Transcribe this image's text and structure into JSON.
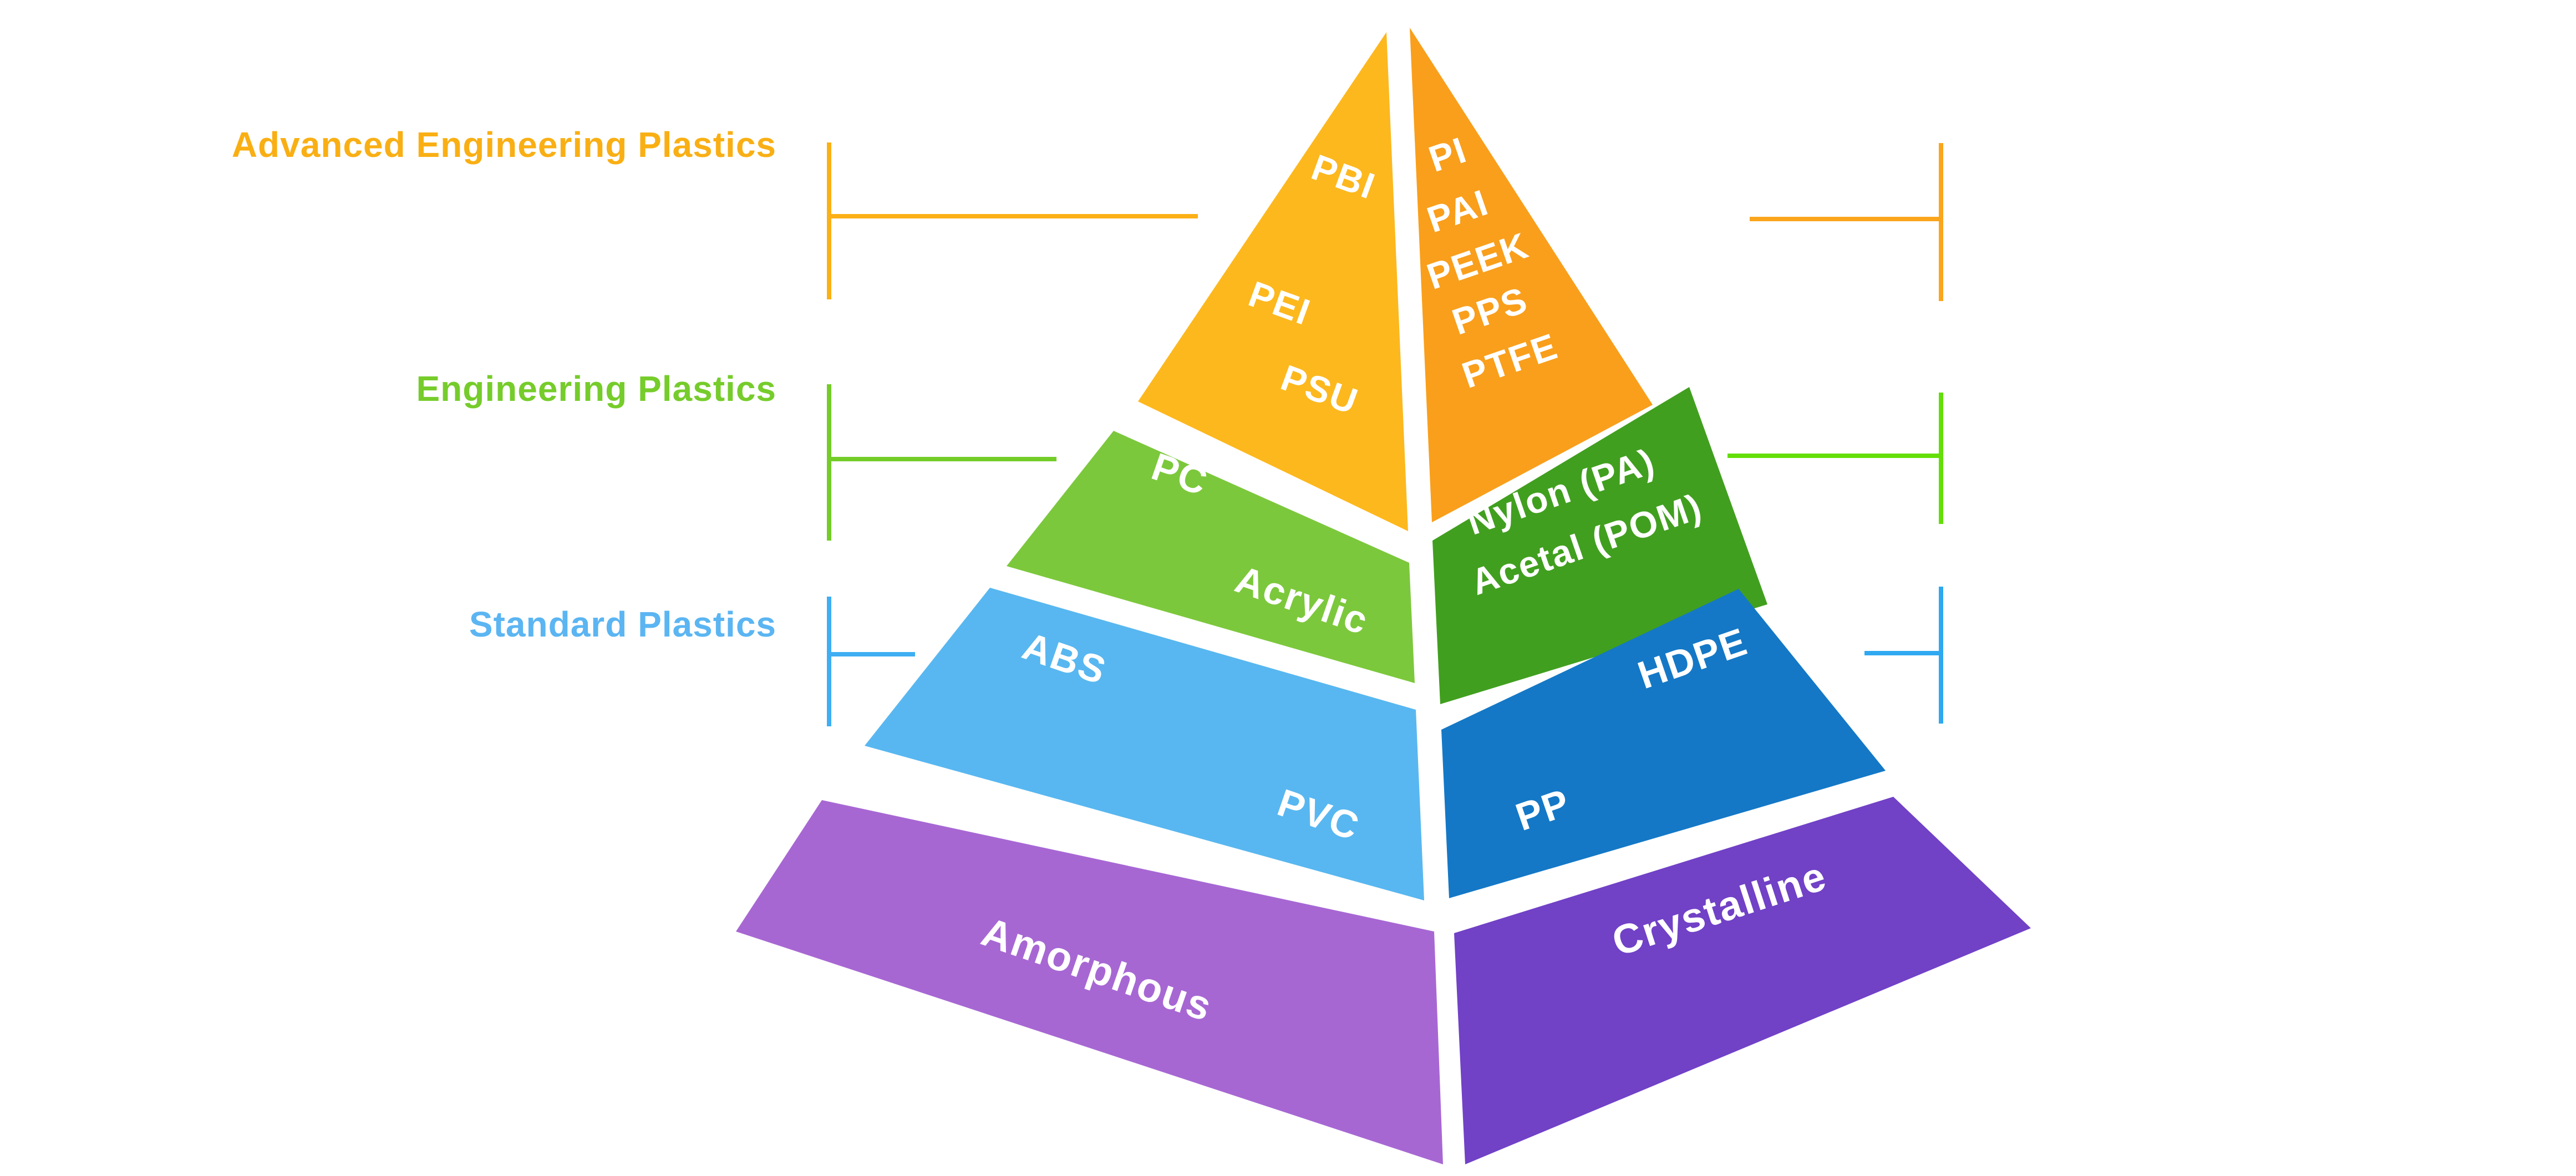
{
  "diagram_title": "Plastics pyramid (amorphous vs crystalline, by performance tier)",
  "category_labels": {
    "advanced": "Advanced Engineering Plastics",
    "engineering": "Engineering Plastics",
    "standard": "Standard Plastics"
  },
  "materials": {
    "left_face": {
      "tier_advanced": {
        "items": [
          "PBI",
          "PEI",
          "PSU"
        ]
      },
      "tier_engineering": {
        "items": [
          "PC",
          "Acrylic"
        ]
      },
      "tier_standard": {
        "items": [
          "ABS",
          "PVC"
        ]
      },
      "base": "Amorphous"
    },
    "right_face": {
      "tier_advanced": {
        "items": [
          "PI",
          "PAI",
          "PEEK",
          "PPS",
          "PTFE"
        ]
      },
      "tier_engineering": {
        "items": [
          "Nylon (PA)",
          "Acetal (POM)"
        ]
      },
      "tier_standard": {
        "items": [
          "HDPE",
          "PP"
        ]
      },
      "base": "Crystalline"
    }
  },
  "colors": {
    "background": "#FFFFFF",
    "material_text": "#FFFFFF",
    "tier_advanced_left": "#FDB81E",
    "tier_advanced_right": "#F99F1C",
    "tier_engineering_left": "#7CC83C",
    "tier_engineering_right": "#419F1F",
    "tier_standard_left": "#58B7F0",
    "tier_standard_right": "#1478C6",
    "base_left": "#A767D3",
    "base_right": "#7141C6",
    "label_advanced": "#F9AF14",
    "label_engineering": "#76CC2B",
    "label_standard": "#5BB5F2",
    "bracket_advanced_left": "#FBB016",
    "bracket_advanced_right": "#FAA51C",
    "bracket_engineering_left": "#74CC28",
    "bracket_engineering_right": "#63DE06",
    "bracket_standard_left": "#3FAEF2",
    "bracket_standard_right": "#2FA8F0"
  }
}
